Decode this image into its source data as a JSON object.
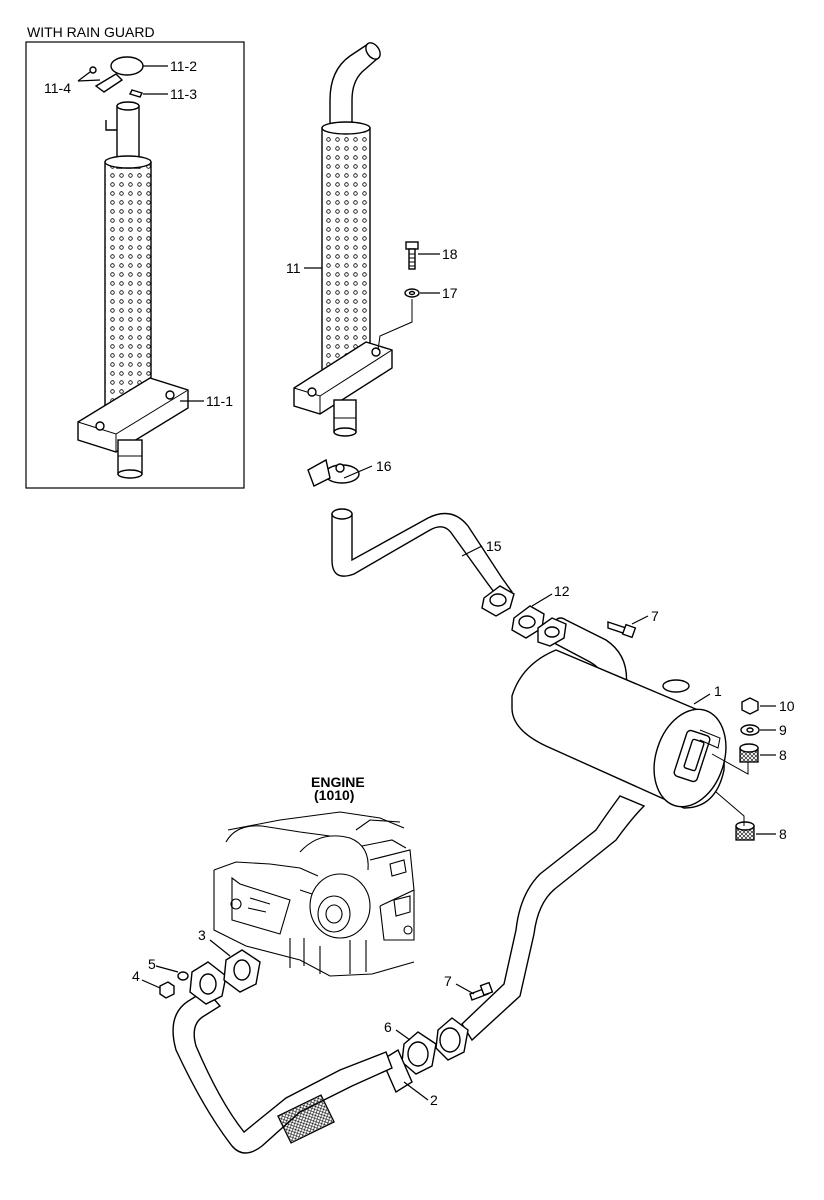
{
  "inset": {
    "title": "WITH RAIN GUARD",
    "callouts": [
      {
        "id": "11-2",
        "label": "11-2"
      },
      {
        "id": "11-4",
        "label": "11-4"
      },
      {
        "id": "11-3",
        "label": "11-3"
      },
      {
        "id": "11-1",
        "label": "11-1"
      }
    ]
  },
  "engine_label": {
    "line1": "ENGINE",
    "line2": "(1010)"
  },
  "callouts": [
    {
      "id": "18",
      "label": "18"
    },
    {
      "id": "17",
      "label": "17"
    },
    {
      "id": "11",
      "label": "11"
    },
    {
      "id": "16",
      "label": "16"
    },
    {
      "id": "15",
      "label": "15"
    },
    {
      "id": "12",
      "label": "12"
    },
    {
      "id": "7a",
      "label": "7"
    },
    {
      "id": "1",
      "label": "1"
    },
    {
      "id": "10",
      "label": "10"
    },
    {
      "id": "9",
      "label": "9"
    },
    {
      "id": "8a",
      "label": "8"
    },
    {
      "id": "8b",
      "label": "8"
    },
    {
      "id": "3",
      "label": "3"
    },
    {
      "id": "5",
      "label": "5"
    },
    {
      "id": "4",
      "label": "4"
    },
    {
      "id": "7b",
      "label": "7"
    },
    {
      "id": "6",
      "label": "6"
    },
    {
      "id": "2",
      "label": "2"
    }
  ]
}
